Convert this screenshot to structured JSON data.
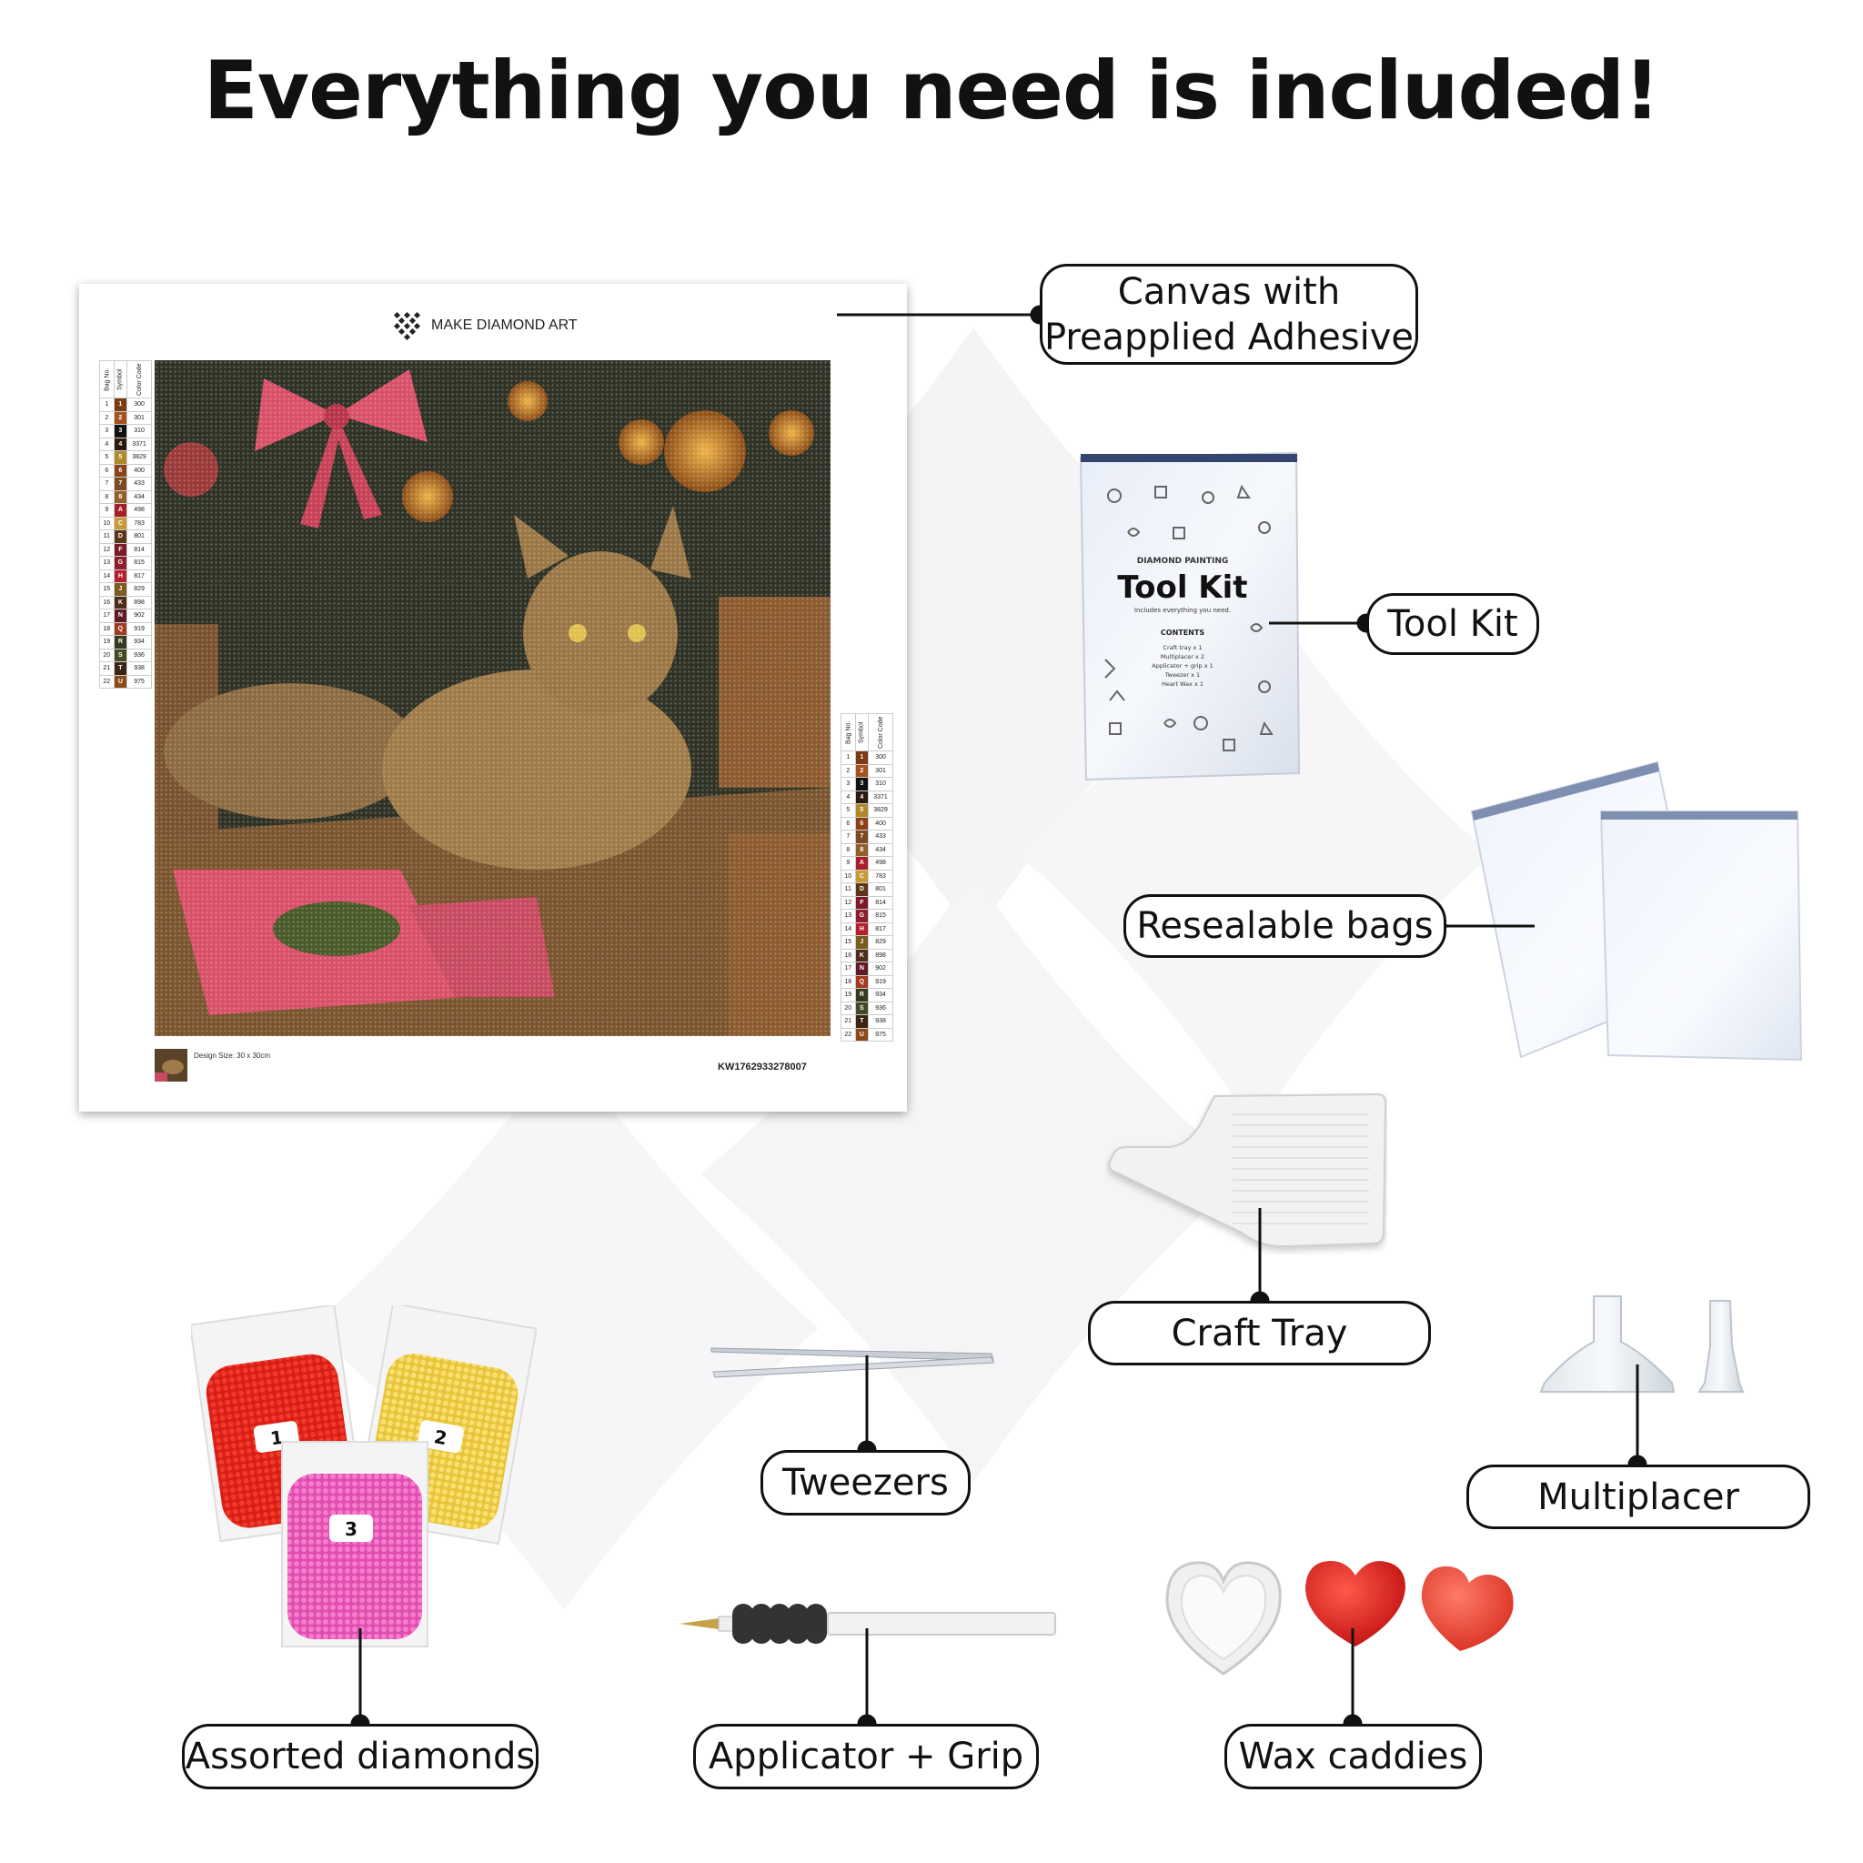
{
  "title": "Everything you need is included!",
  "canvas": {
    "brand": "MAKE DIAMOND ART",
    "design_size": "Design Size: 30 x 30cm",
    "code": "KW1762933278007",
    "legend_headers": [
      "Bag No.",
      "Symbol",
      "Color Code"
    ],
    "legend": [
      {
        "no": "1",
        "sym": "1",
        "code": "300",
        "color": "#7a3a12"
      },
      {
        "no": "2",
        "sym": "2",
        "code": "301",
        "color": "#a6521f"
      },
      {
        "no": "3",
        "sym": "3",
        "code": "310",
        "color": "#111111"
      },
      {
        "no": "4",
        "sym": "4",
        "code": "3371",
        "color": "#2b1a0e"
      },
      {
        "no": "5",
        "sym": "5",
        "code": "3829",
        "color": "#b08a2a"
      },
      {
        "no": "6",
        "sym": "6",
        "code": "400",
        "color": "#8a4216"
      },
      {
        "no": "7",
        "sym": "7",
        "code": "433",
        "color": "#7b4a22"
      },
      {
        "no": "8",
        "sym": "8",
        "code": "434",
        "color": "#936029"
      },
      {
        "no": "9",
        "sym": "A",
        "code": "498",
        "color": "#a81f2a"
      },
      {
        "no": "10",
        "sym": "C",
        "code": "783",
        "color": "#c79a35"
      },
      {
        "no": "11",
        "sym": "D",
        "code": "801",
        "color": "#5c3518"
      },
      {
        "no": "12",
        "sym": "F",
        "code": "814",
        "color": "#7b1a26"
      },
      {
        "no": "13",
        "sym": "G",
        "code": "815",
        "color": "#8d1e2c"
      },
      {
        "no": "14",
        "sym": "H",
        "code": "817",
        "color": "#b41f2b"
      },
      {
        "no": "15",
        "sym": "J",
        "code": "829",
        "color": "#7a5c1f"
      },
      {
        "no": "16",
        "sym": "K",
        "code": "898",
        "color": "#4e2d16"
      },
      {
        "no": "17",
        "sym": "N",
        "code": "902",
        "color": "#621b26"
      },
      {
        "no": "18",
        "sym": "Q",
        "code": "919",
        "color": "#a13a20"
      },
      {
        "no": "19",
        "sym": "R",
        "code": "934",
        "color": "#36391e"
      },
      {
        "no": "20",
        "sym": "S",
        "code": "936",
        "color": "#454a24"
      },
      {
        "no": "21",
        "sym": "T",
        "code": "938",
        "color": "#3a2412"
      },
      {
        "no": "22",
        "sym": "U",
        "code": "975",
        "color": "#8a4a1a"
      }
    ]
  },
  "toolkit": {
    "small_title": "DIAMOND PAINTING",
    "big_title": "Tool Kit",
    "tagline": "Includes everything you need.",
    "contents_title": "CONTENTS",
    "contents": [
      "Craft tray x 1",
      "Multiplacer x 2",
      "Applicator + grip x 1",
      "Tweezer x 1",
      "Heart Wax x 1"
    ]
  },
  "diamond_bags": [
    "1",
    "2",
    "3"
  ],
  "labels": {
    "canvas": "Canvas with Preapplied Adhesive",
    "tool_kit": "Tool Kit",
    "resealable_bags": "Resealable bags",
    "craft_tray": "Craft Tray",
    "tweezers": "Tweezers",
    "multiplacer": "Multiplacer",
    "assorted_diamonds": "Assorted diamonds",
    "applicator": "Applicator + Grip",
    "wax_caddies": "Wax caddies"
  },
  "colors": {
    "bag_red": "#e8231c",
    "bag_yellow": "#f6d64a",
    "bag_pink": "#f064c0",
    "wax_red": "#e02020",
    "mosaic_dark": "#2f3226",
    "mosaic_brown": "#7a5530",
    "bow_pink": "#d9506a"
  }
}
